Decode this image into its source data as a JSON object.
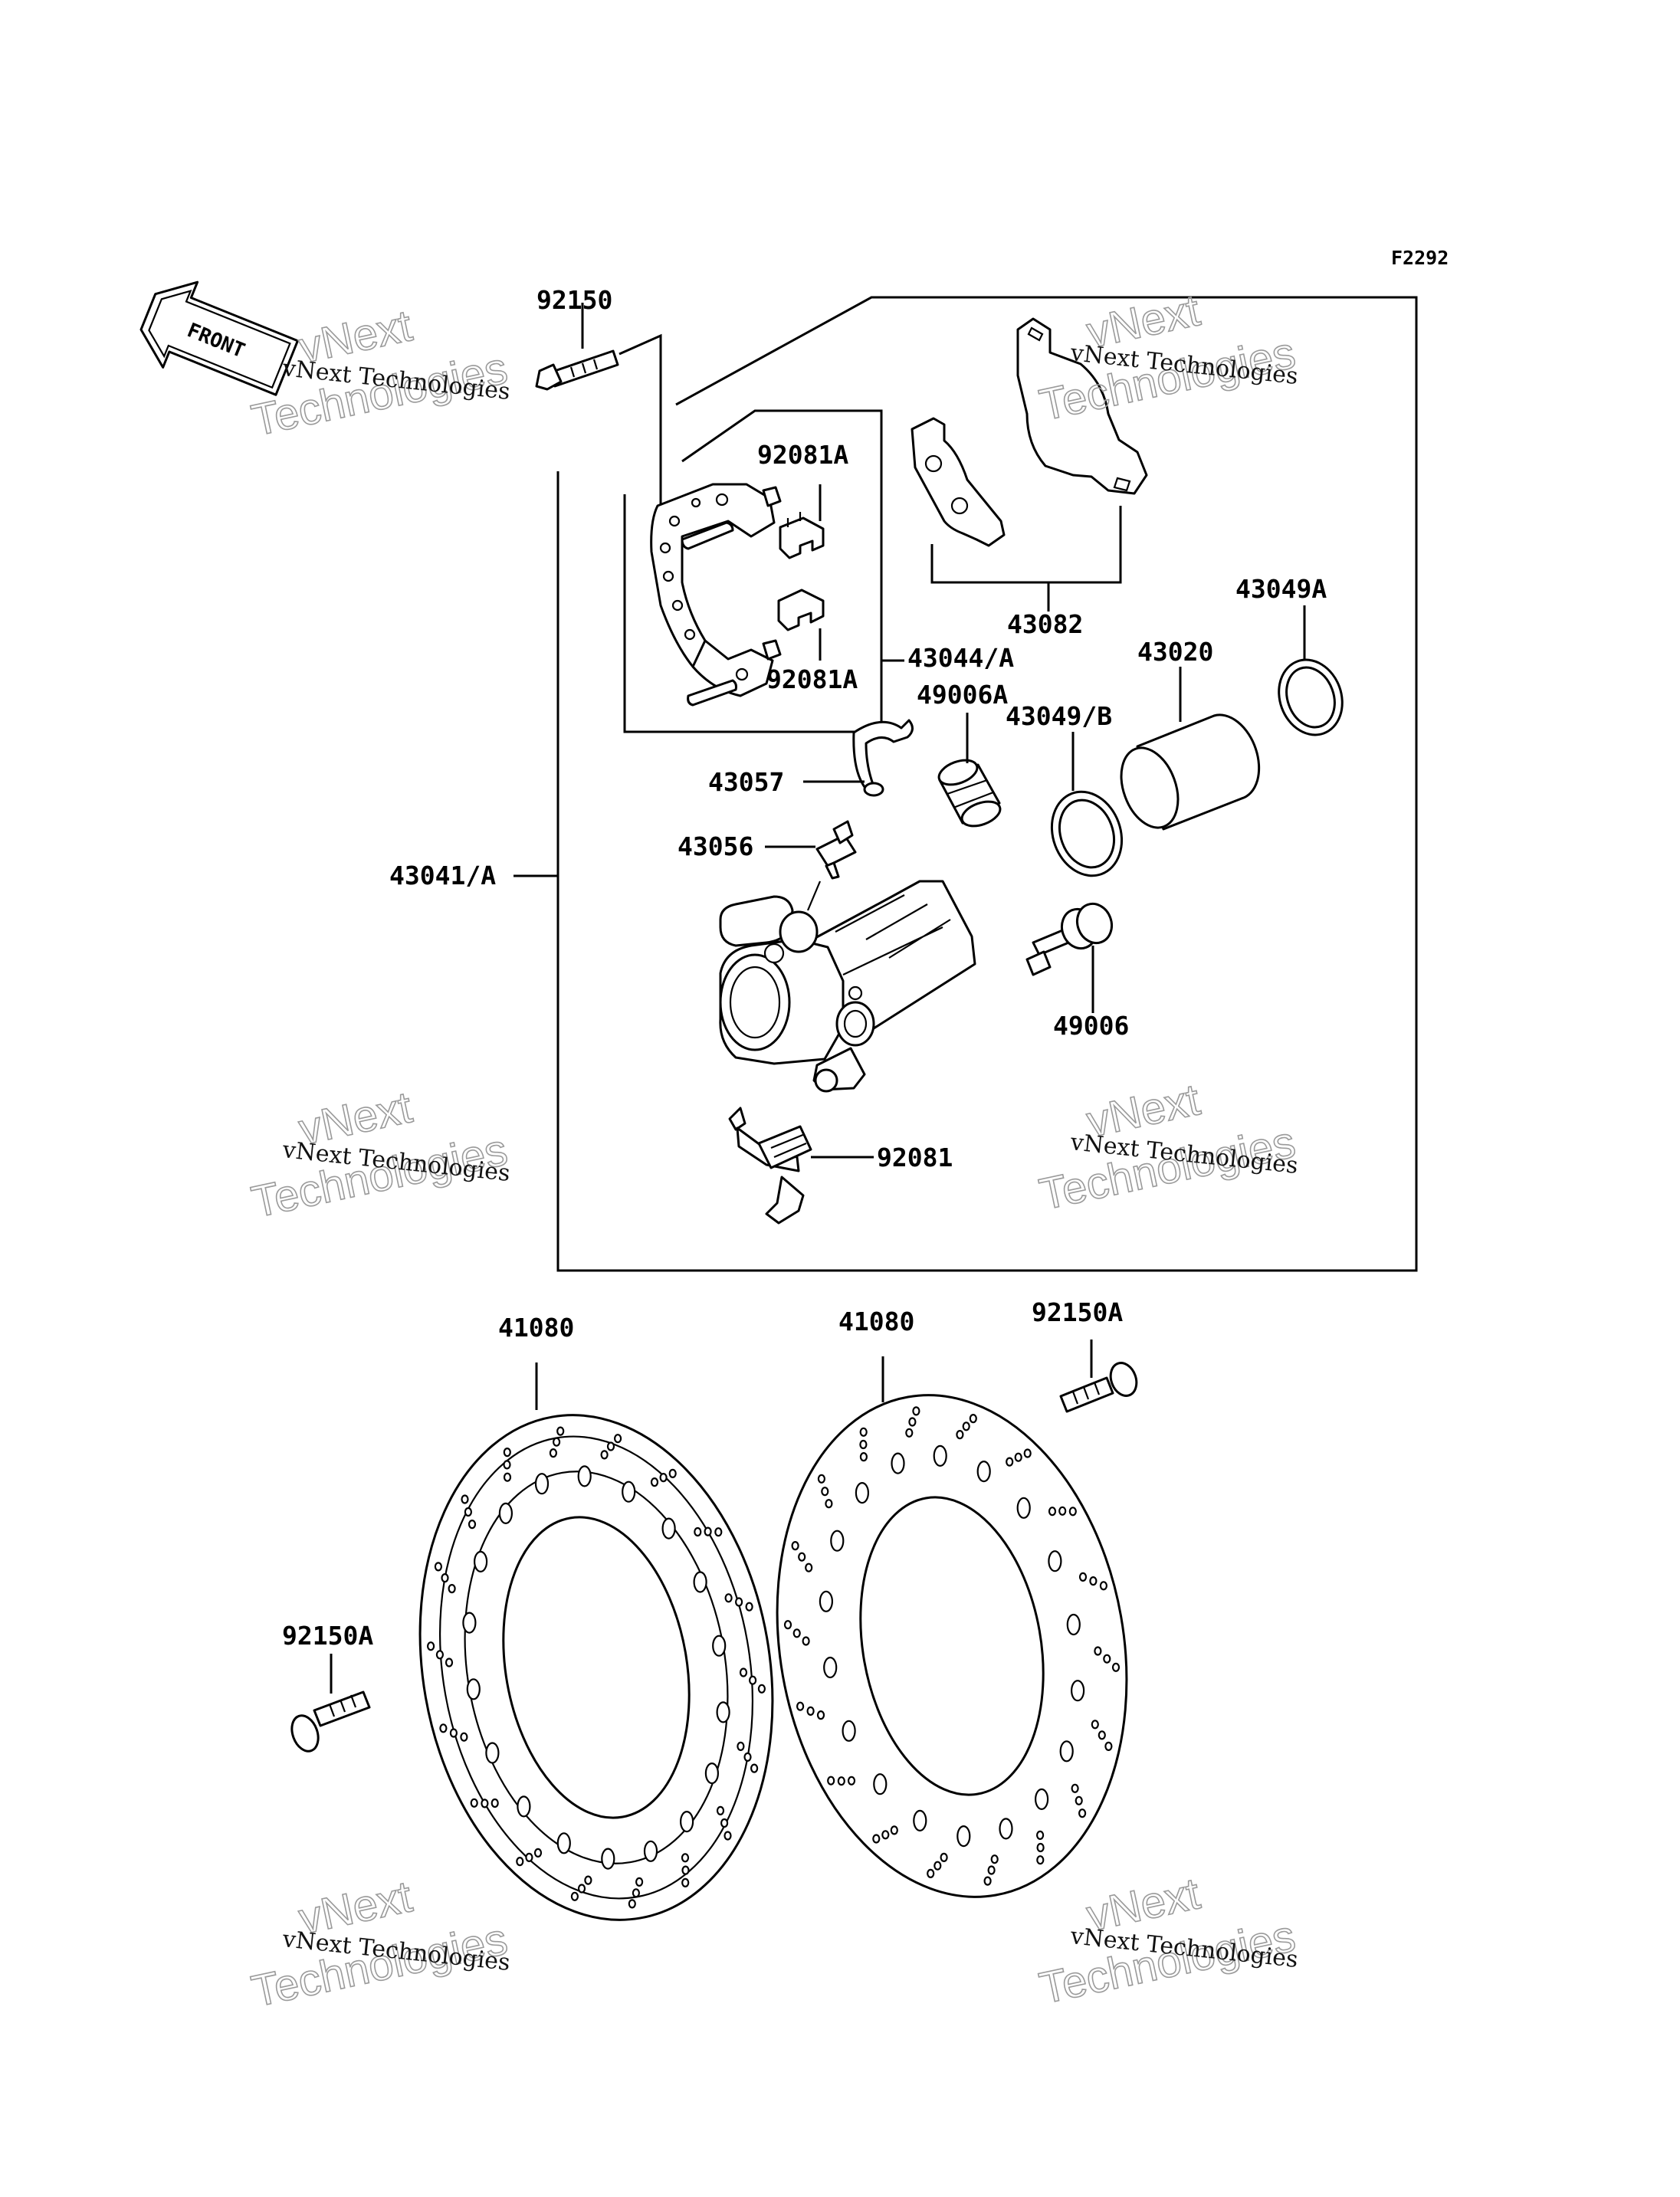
{
  "diagram_code": "F2292",
  "front_arrow_text": "FRONT",
  "watermark": {
    "line1": "vNext Technologies",
    "line2": "vNext",
    "line3": "Technologies"
  },
  "parts": {
    "p92150": "92150",
    "p92081A_top": "92081A",
    "p92081A_bottom": "92081A",
    "p43044A": "43044/A",
    "p43082": "43082",
    "p43049A": "43049A",
    "p43020": "43020",
    "p49006A": "49006A",
    "p43049B": "43049/B",
    "p43057": "43057",
    "p43056": "43056",
    "p43041A": "43041/A",
    "p49006": "49006",
    "p92081": "92081",
    "p41080_left": "41080",
    "p41080_right": "41080",
    "p92150A_top": "92150A",
    "p92150A_left": "92150A"
  }
}
